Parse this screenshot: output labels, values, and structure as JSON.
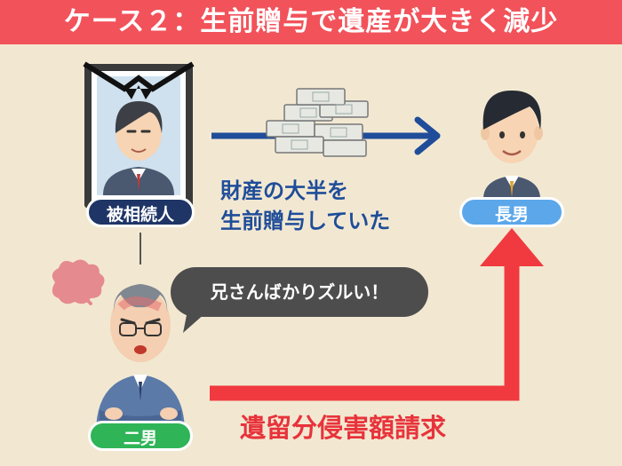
{
  "title": "ケース２：生前贈与で遺産が大きく減少",
  "labels": {
    "decedent": "被相続人",
    "eldest_son": "長男",
    "second_son": "二男"
  },
  "gift_caption": {
    "line1": "財産の大半を",
    "line2": "生前贈与していた"
  },
  "speech": "兄さんばかりズルい！",
  "claim": "遺留分侵害額請求",
  "colors": {
    "title_bg": "#f2525a",
    "background": "#f2e8d2",
    "navy": "#1e3566",
    "blue_arrow": "#1f4d99",
    "red_arrow": "#f03a3f",
    "eldest_pill": "#5ba7ea",
    "second_pill": "#2fb457"
  }
}
